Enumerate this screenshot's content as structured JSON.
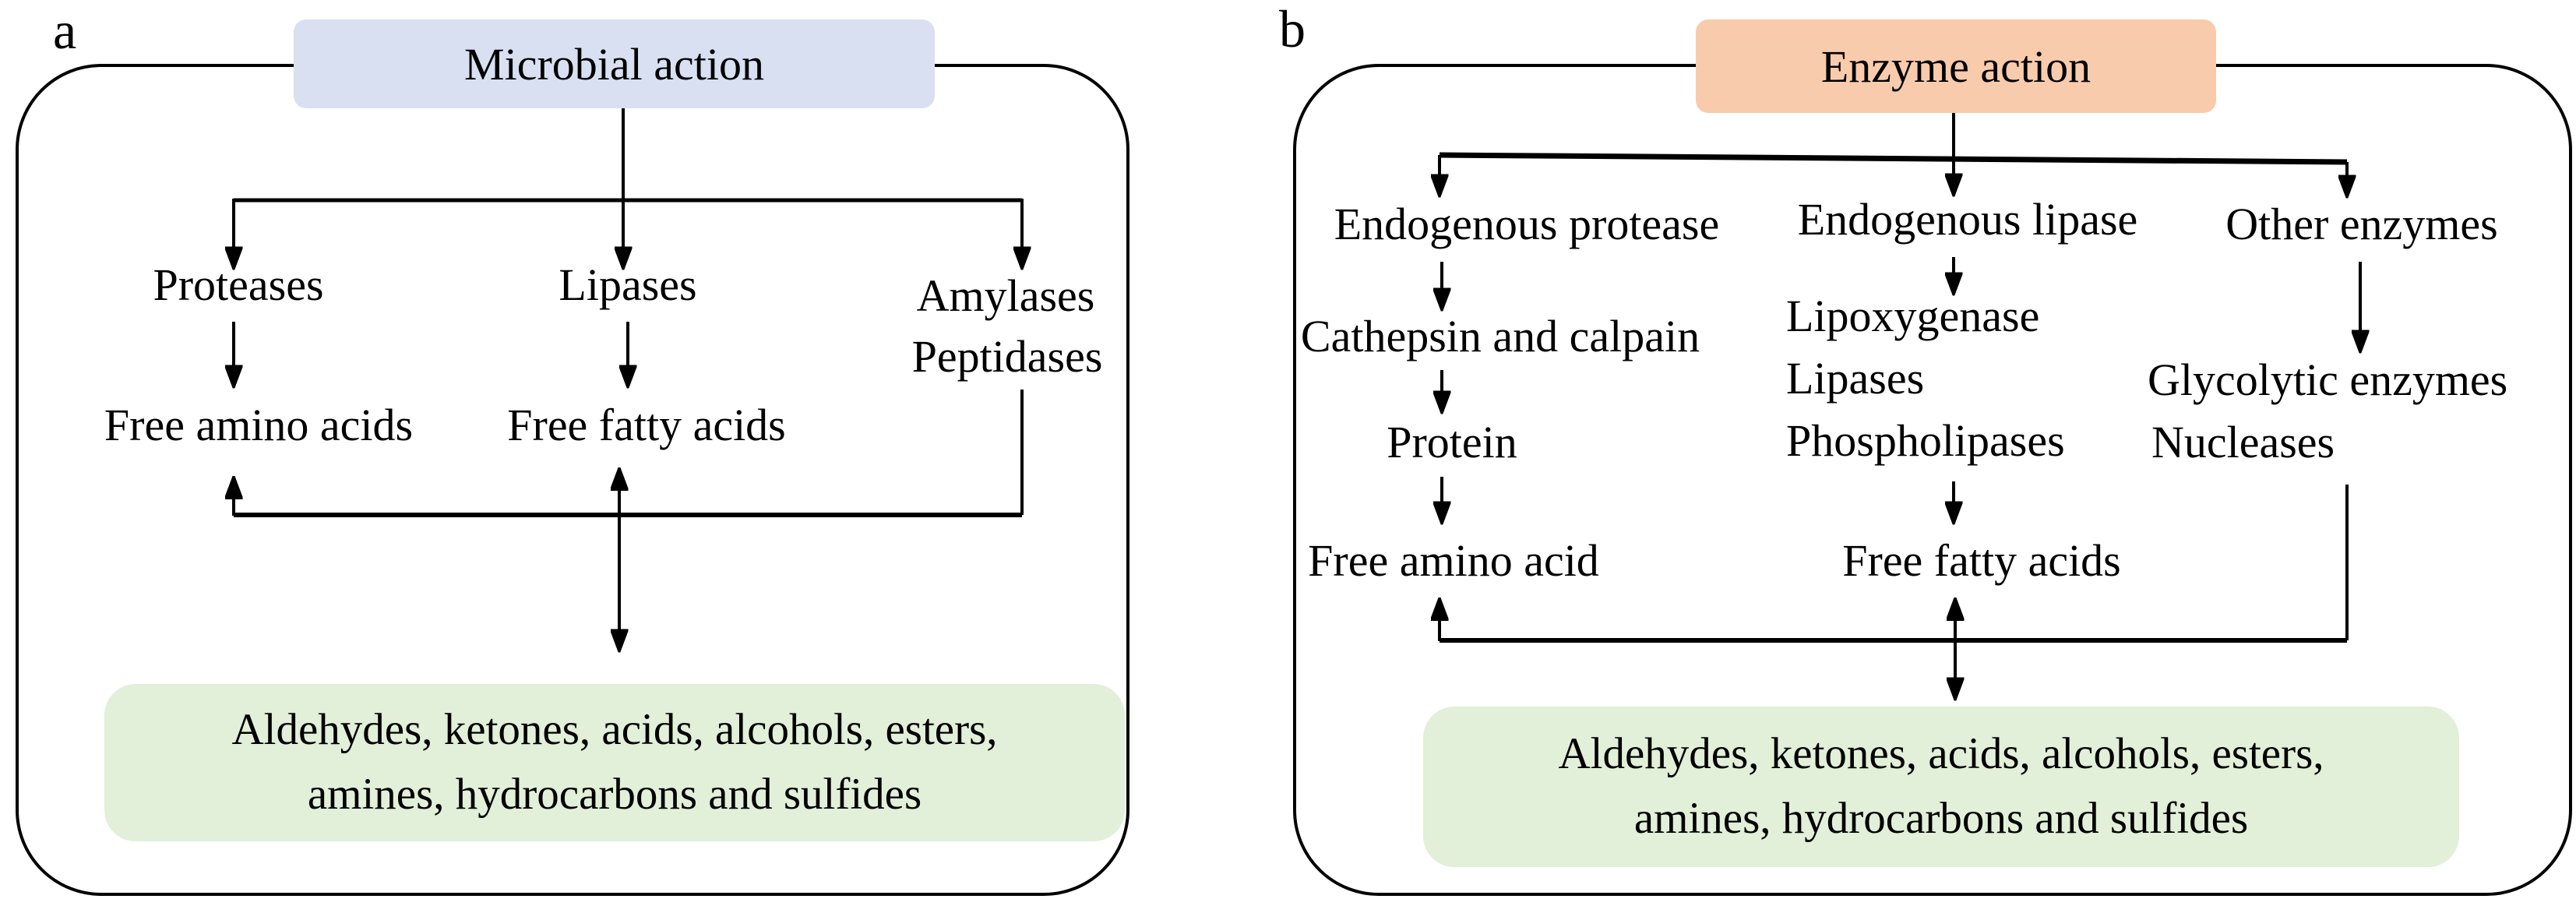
{
  "figure": {
    "background": "#ffffff",
    "ink": "#000000"
  },
  "panel_a": {
    "label": "a",
    "header": "Microbial action",
    "header_bg": "#d8e0f2",
    "enzymes": [
      "Proteases",
      "Lipases",
      "Amylases",
      "Peptidases"
    ],
    "products": [
      "Free amino acids",
      "Free fatty acids"
    ],
    "result_line1": "Aldehydes, ketones, acids, alcohols, esters,",
    "result_line2": "amines, hydrocarbons and sulfides",
    "result_bg": "#e2efd9"
  },
  "panel_b": {
    "label": "b",
    "header": "Enzyme action",
    "header_bg": "#f8cbad",
    "branches": [
      "Endogenous protease",
      "Endogenous lipase",
      "Other enzymes"
    ],
    "protein_chain": [
      "Cathepsin and calpain",
      "Protein",
      "Free amino acid"
    ],
    "lipid_chain": [
      "Lipoxygenase",
      "Lipases",
      "Phospholipases"
    ],
    "lipid_product": "Free fatty acids",
    "other_chain": [
      "Glycolytic enzymes",
      "Nucleases"
    ],
    "result_line1": "Aldehydes, ketones, acids, alcohols, esters,",
    "result_line2": "amines, hydrocarbons and sulfides",
    "result_bg": "#e2efd9"
  }
}
